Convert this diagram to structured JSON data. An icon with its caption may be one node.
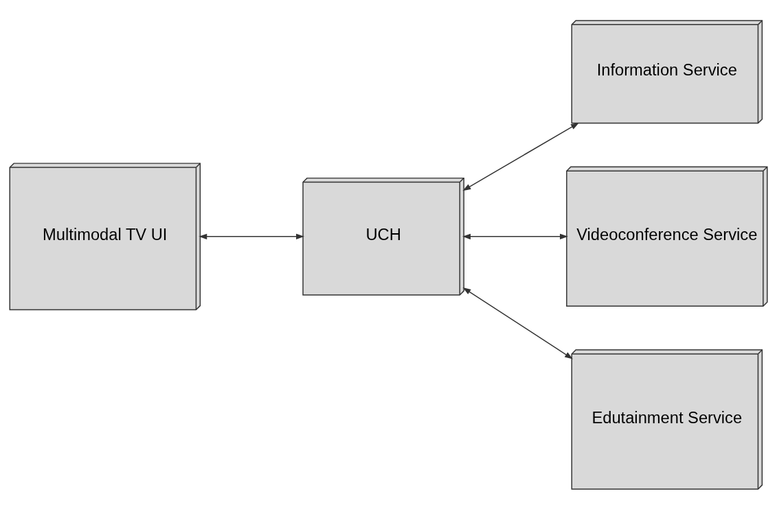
{
  "diagram": {
    "nodes": [
      {
        "text": [
          "Multimodal TV UI"
        ]
      },
      {
        "text": [
          "UCH"
        ]
      },
      {
        "text": [
          "Information Service"
        ]
      },
      {
        "text": [
          "Videoconference Service"
        ]
      },
      {
        "text": [
          "Edutainment Service"
        ]
      }
    ],
    "edges": [
      {
        "from": 0,
        "to": 1,
        "arrow": "both"
      },
      {
        "from": 1,
        "to": 2,
        "arrow": "both"
      },
      {
        "from": 1,
        "to": 3,
        "arrow": "both"
      },
      {
        "from": 1,
        "to": 4,
        "arrow": "both"
      }
    ]
  }
}
